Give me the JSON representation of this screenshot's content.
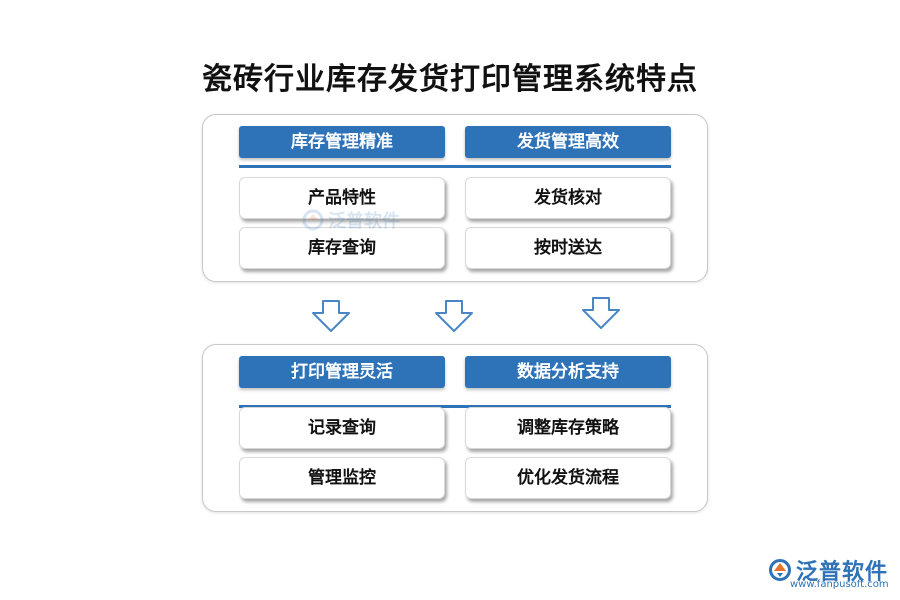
{
  "title": "瓷砖行业库存发货打印管理系统特点",
  "top_panel": {
    "left_header": "库存管理精准",
    "right_header": "发货管理高效",
    "left_items": [
      "产品特性",
      "库存查询"
    ],
    "right_items": [
      "发货核对",
      "按时送达"
    ]
  },
  "bottom_panel": {
    "left_header": "打印管理灵活",
    "right_header": "数据分析支持",
    "left_items": [
      "记录查询",
      "管理监控"
    ],
    "right_items": [
      "调整库存策略",
      "优化发货流程"
    ]
  },
  "watermark": {
    "text": "泛普软件"
  },
  "logo": {
    "text": "泛普软件",
    "url": "www.fanpusoft.com"
  },
  "colors": {
    "accent": "#2e72b8",
    "text": "#111111",
    "border": "#c8c8c8"
  },
  "icons": {
    "arrow": "down-arrow-icon",
    "logo": "fanpu-logo-icon"
  }
}
